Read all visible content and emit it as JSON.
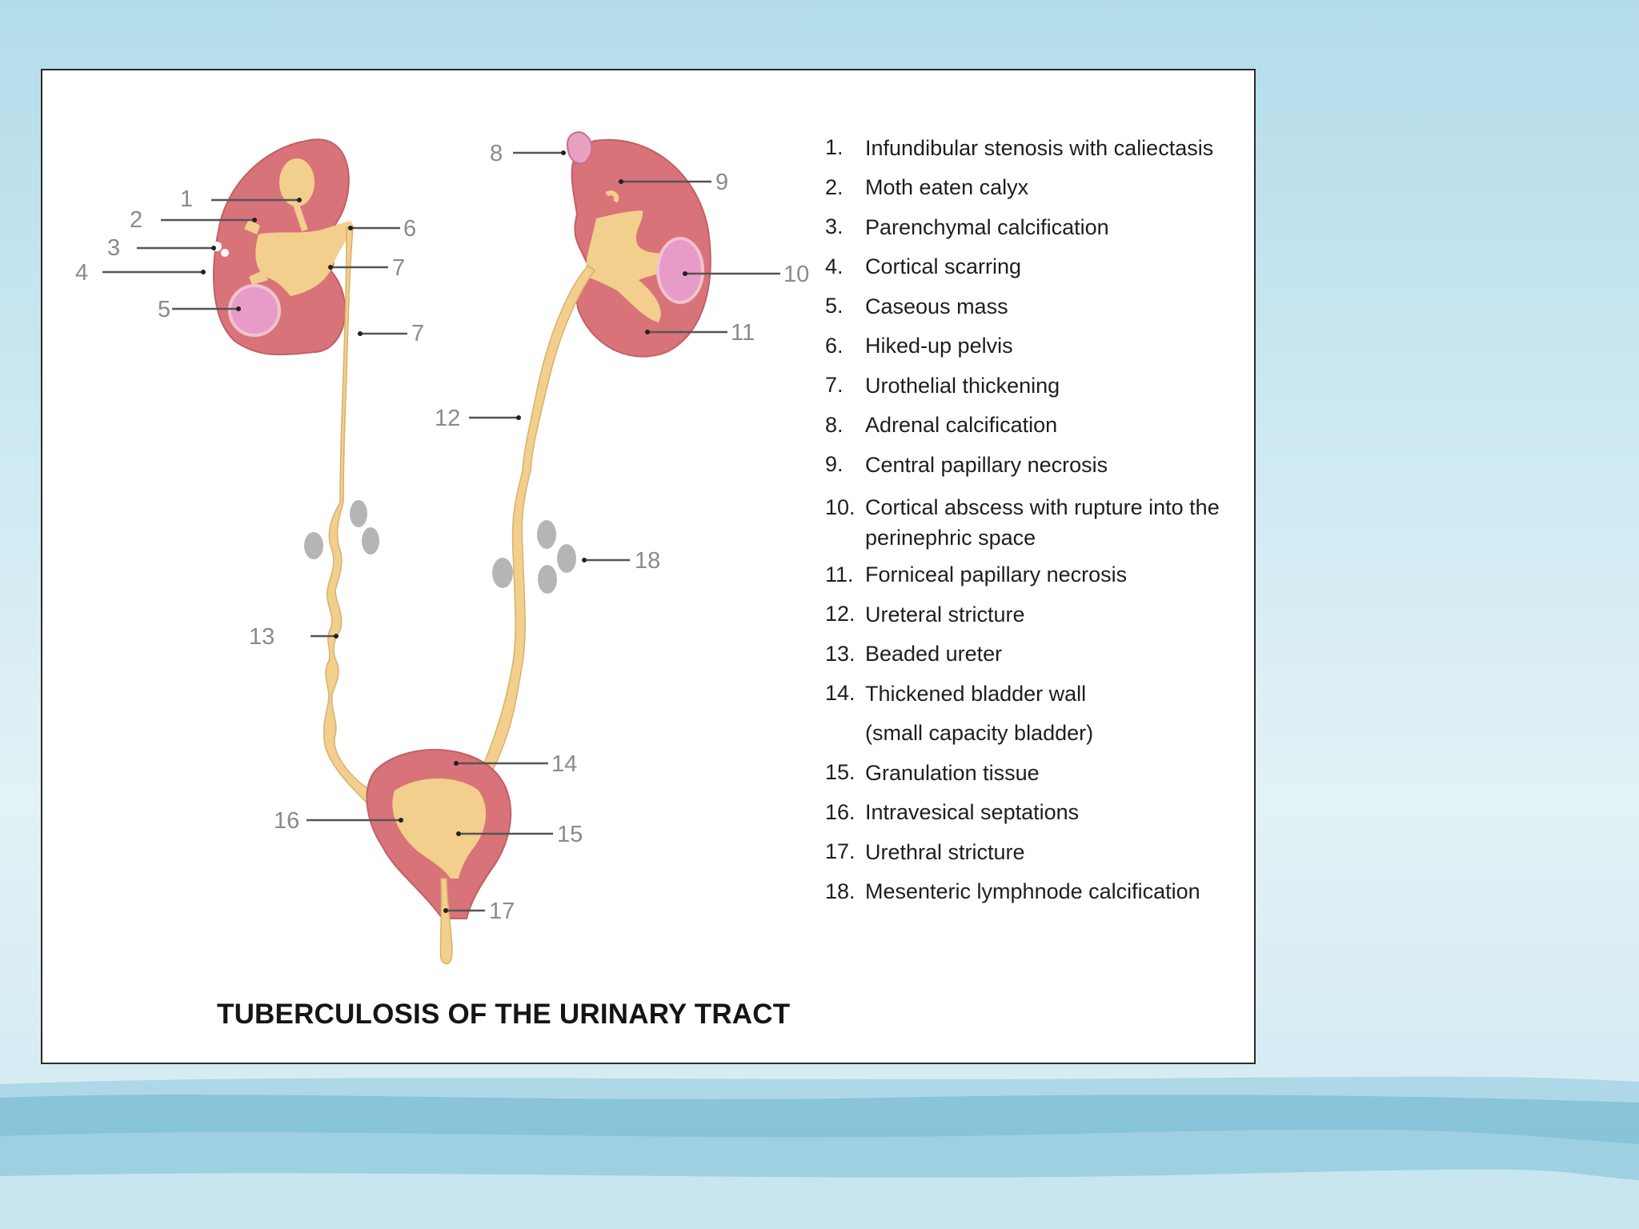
{
  "title": "TUBERCULOSIS OF THE URINARY TRACT",
  "legend": [
    {
      "num": "1.",
      "text": "Infundibular stenosis with caliectasis"
    },
    {
      "num": "2.",
      "text": "Moth eaten calyx"
    },
    {
      "num": "3.",
      "text": "Parenchymal calcification"
    },
    {
      "num": "4.",
      "text": "Cortical scarring"
    },
    {
      "num": "5.",
      "text": "Caseous mass"
    },
    {
      "num": "6.",
      "text": "Hiked-up pelvis"
    },
    {
      "num": "7.",
      "text": "Urothelial thickening"
    },
    {
      "num": "8.",
      "text": "Adrenal calcification"
    },
    {
      "num": "9.",
      "text": "Central papillary necrosis"
    },
    {
      "num": "10.",
      "text": "Cortical abscess with rupture into the",
      "text2": "perinephric space"
    },
    {
      "num": "11.",
      "text": "Forniceal papillary necrosis"
    },
    {
      "num": "12.",
      "text": "Ureteral stricture"
    },
    {
      "num": "13.",
      "text": "Beaded ureter"
    },
    {
      "num": "14.",
      "text": "Thickened bladder wall"
    },
    {
      "num": "",
      "text": "(small capacity bladder)"
    },
    {
      "num": "15.",
      "text": "Granulation tissue"
    },
    {
      "num": "16.",
      "text": "Intravesical septations"
    },
    {
      "num": "17.",
      "text": "Urethral stricture"
    },
    {
      "num": "18.",
      "text": "Mesenteric lymphnode calcification"
    }
  ],
  "diagram_labels": [
    "1",
    "2",
    "3",
    "4",
    "5",
    "6",
    "7",
    "7",
    "8",
    "9",
    "10",
    "11",
    "12",
    "13",
    "14",
    "15",
    "16",
    "17",
    "18"
  ],
  "colors": {
    "cortex": "#d9737a",
    "cortex_light": "#e9a3a3",
    "urine": "#f2cf8c",
    "caseous": "#e79bc8",
    "node": "#b5b5b5",
    "card_border": "#2a2a2a",
    "background": "#c4e4ef"
  }
}
